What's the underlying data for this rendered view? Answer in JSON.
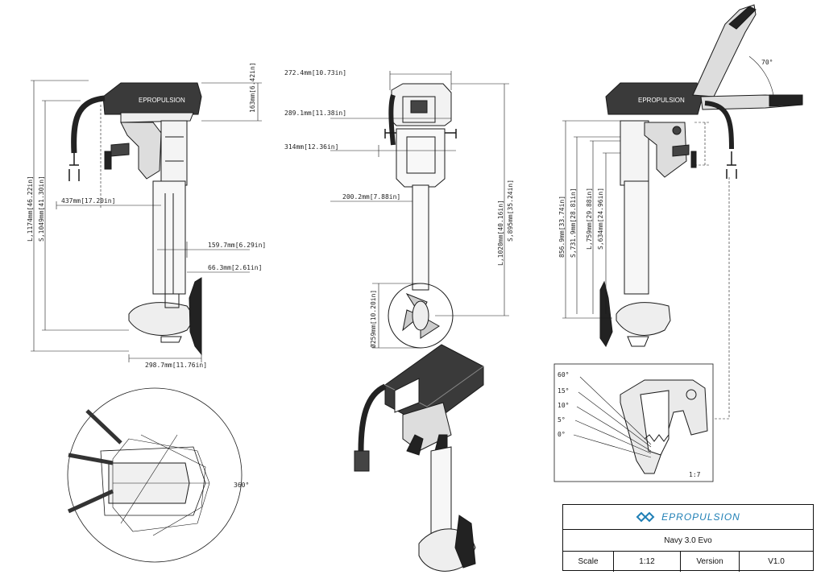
{
  "colors": {
    "line": "#1a1a1a",
    "brand": "#1f7fb5",
    "head": "#2a2a2a"
  },
  "side_view": {
    "brand": "EPROPULSION",
    "dims": [
      "163mm[6.42in]",
      "L,1174mm[46.22in]",
      "S,1049mm[41.30in]",
      "437mm[17.20in]",
      "159.7mm[6.29in]",
      "66.3mm[2.61in]",
      "298.7mm[11.76in]"
    ]
  },
  "front_view": {
    "dims": [
      "272.4mm[10.73in]",
      "289.1mm[11.38in]",
      "314mm[12.36in]",
      "200.2mm[7.88in]",
      "L,1020mm[40.16in]",
      "S,895mm[35.24in]",
      "Ø259mm[10.20in]"
    ]
  },
  "tilt_view": {
    "brand": "EPROPULSION",
    "angle": "70°",
    "dims": [
      "856.9mm[33.74in]",
      "S,731.9mm[28.81in]",
      "L,759mm[29.88in]",
      "S,634mm[24.96in]"
    ]
  },
  "detail_view": {
    "angles": [
      "60°",
      "15°",
      "10°",
      "5°",
      "0°"
    ],
    "scale": "1:7"
  },
  "top_view": {
    "rotation": "360°"
  },
  "title_block": {
    "brand": "EPROPULSION",
    "model": "Navy 3.0 Evo",
    "scale_label": "Scale",
    "scale_value": "1:12",
    "version_label": "Version",
    "version_value": "V1.0"
  }
}
